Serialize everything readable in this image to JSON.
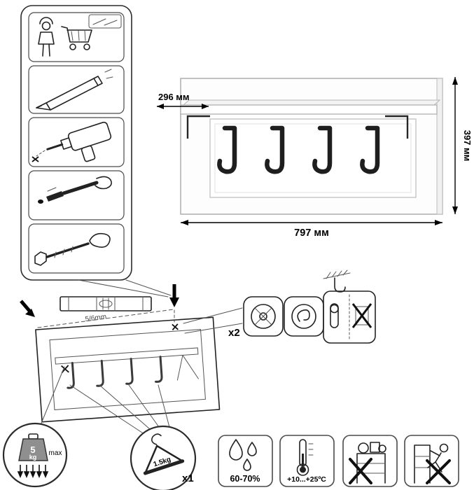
{
  "product": {
    "hook_count": 4,
    "dimensions": {
      "depth": "296 мм",
      "height": "397 мм",
      "width": "797 мм"
    }
  },
  "installation": {
    "drill_size": "5/6mm",
    "fastener_count": "x2"
  },
  "badges": {
    "max_load": {
      "value": "5",
      "unit": "kg",
      "note": "max"
    },
    "per_hook": {
      "weight": "1.5kg",
      "count": "x1"
    }
  },
  "conditions": {
    "humidity": "60-70%",
    "temperature": "+10...+25ºC"
  },
  "icons": {
    "tool_steps": [
      "worker-cart-icon",
      "pencil-icon",
      "drill-icon",
      "dowel-insert-icon",
      "bolt-assembly-icon"
    ],
    "hardware": [
      "wall-plug-icon",
      "screw-hook-icon",
      "wall-hook-mini-icon",
      "keyhole-bracket-icon",
      "no-fastener-icon"
    ],
    "conditions": [
      "humidity-drops-icon",
      "thermometer-icon",
      "no-top-load-icon",
      "no-climb-icon"
    ],
    "other": [
      "spirit-level",
      "mount-arrow-left",
      "mount-arrow-top",
      "weight-icon",
      "hanger-icon"
    ]
  },
  "colors": {
    "line": "#222222",
    "hook": "#1e1e1e",
    "background": "#ffffff"
  }
}
